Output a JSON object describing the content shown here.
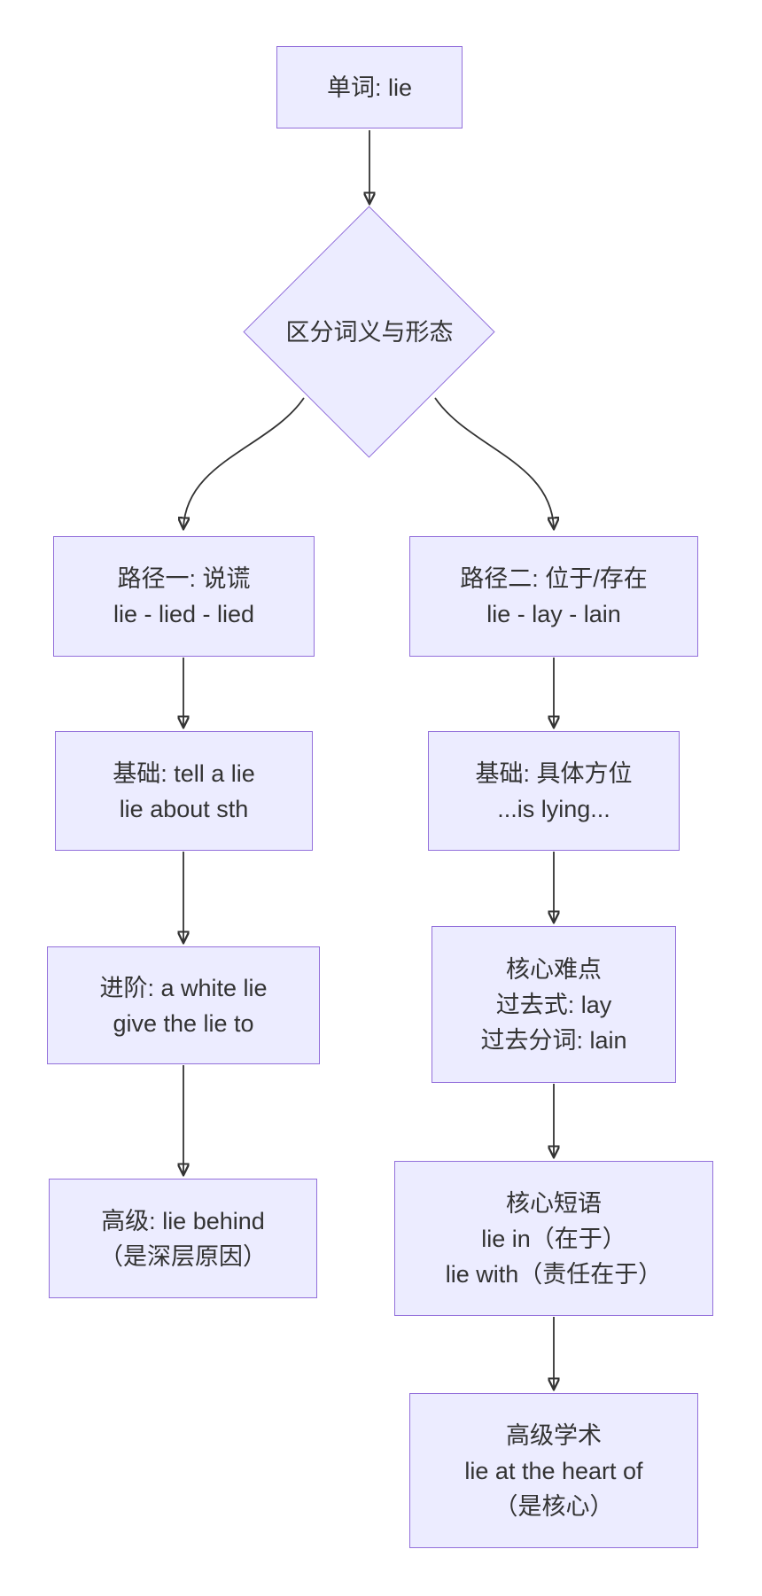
{
  "diagram": {
    "title_word": "lie",
    "colors": {
      "node_fill": "#ECECFF",
      "node_border": "#9370DB",
      "arrow_color": "#333333",
      "text_color": "#333333",
      "bg_color": "#ffffff"
    },
    "nodes": {
      "word": {
        "lines": [
          "单词: lie"
        ]
      },
      "decision": {
        "lines": [
          "区分词义与形态"
        ]
      },
      "path1": {
        "lines": [
          "路径一: 说谎",
          "lie - lied - lied"
        ]
      },
      "path2": {
        "lines": [
          "路径二: 位于/存在",
          "lie - lay - lain"
        ]
      },
      "basic1": {
        "lines": [
          "基础: tell a lie",
          "lie about sth"
        ]
      },
      "basic2": {
        "lines": [
          "基础: 具体方位",
          "...is lying..."
        ]
      },
      "advanced1": {
        "lines": [
          "进阶: a white lie",
          "give the lie to"
        ]
      },
      "core1": {
        "lines": [
          "核心难点",
          "过去式: lay",
          "过去分词: lain"
        ]
      },
      "high1": {
        "lines": [
          "高级: lie behind",
          "（是深层原因）"
        ]
      },
      "core2": {
        "lines": [
          "核心短语",
          "lie in（在于）",
          "lie with（责任在于）"
        ]
      },
      "academic": {
        "lines": [
          "高级学术",
          "lie at the heart of",
          "（是核心）"
        ]
      }
    }
  }
}
